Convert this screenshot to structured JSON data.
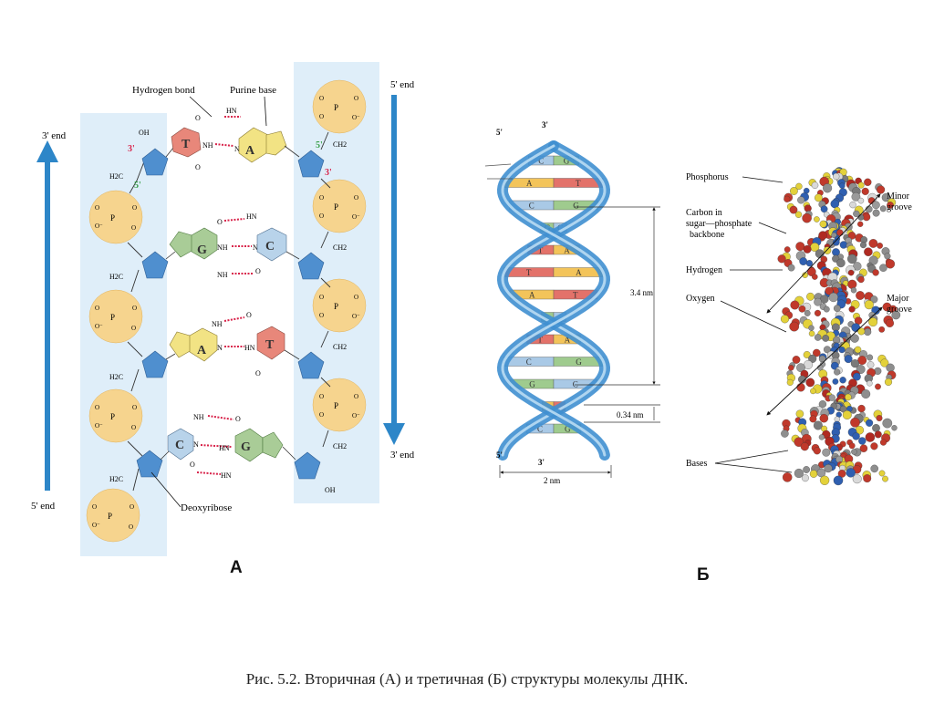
{
  "panel_a": {
    "three_end": "3' end",
    "five_end_left": "5' end",
    "five_end_right": "5' end",
    "three_end_right": "3' end",
    "hydrogen_bond": "Hydrogen bond",
    "purine_base": "Purine base",
    "deoxyribose": "Deoxyribose",
    "oh": "OH",
    "ch2": "CH2",
    "h2c": "H2C",
    "p": "P",
    "o": "O",
    "o_minus": "O⁻",
    "prime3": "3'",
    "prime5": "5'",
    "nh": "NH",
    "hn": "HN",
    "n": "N",
    "pairs": [
      {
        "left": "T",
        "right": "A",
        "left_color": "#e8877a",
        "right_color": "#f2e384"
      },
      {
        "left": "G",
        "right": "C",
        "left_color": "#a9cc97",
        "right_color": "#b8d3ea"
      },
      {
        "left": "A",
        "right": "T",
        "left_color": "#f2e384",
        "right_color": "#e8877a"
      },
      {
        "left": "C",
        "right": "G",
        "left_color": "#b8d3ea",
        "right_color": "#a9cc97"
      }
    ],
    "label": "А"
  },
  "panel_b_helix": {
    "five_top": "5'",
    "three_top": "3'",
    "five_bottom": "5'",
    "three_bottom": "3'",
    "pitch": "3.4 nm",
    "rise": "0.34 nm",
    "width": "2 nm",
    "rungs": [
      [
        "C",
        "G"
      ],
      [
        "A",
        "T"
      ],
      [
        "C",
        "G"
      ],
      [
        "G",
        "C"
      ],
      [
        "T",
        "A"
      ],
      [
        "T",
        "A"
      ],
      [
        "A",
        "T"
      ],
      [
        "G",
        "C"
      ],
      [
        "T",
        "A"
      ],
      [
        "C",
        "G"
      ],
      [
        "G",
        "C"
      ],
      [
        "A",
        "T"
      ],
      [
        "C",
        "G"
      ]
    ],
    "colors": {
      "A": "#f3c45a",
      "T": "#e3726a",
      "G": "#9fcb8e",
      "C": "#a9c9e6",
      "backbone": "#3f8fd0"
    }
  },
  "panel_b_model": {
    "phosphorus": "Phosphorus",
    "carbon": "Carbon in\nsugar—phosphate\nbackbone",
    "hydrogen": "Hydrogen",
    "oxygen": "Oxygen",
    "minor_groove": "Minor\ngroove",
    "major_groove": "Major\ngroove",
    "bases": "Bases",
    "label": "Б"
  },
  "caption": "Рис. 5.2. Вторичная (А) и третичная (Б) структуры молекулы ДНК."
}
